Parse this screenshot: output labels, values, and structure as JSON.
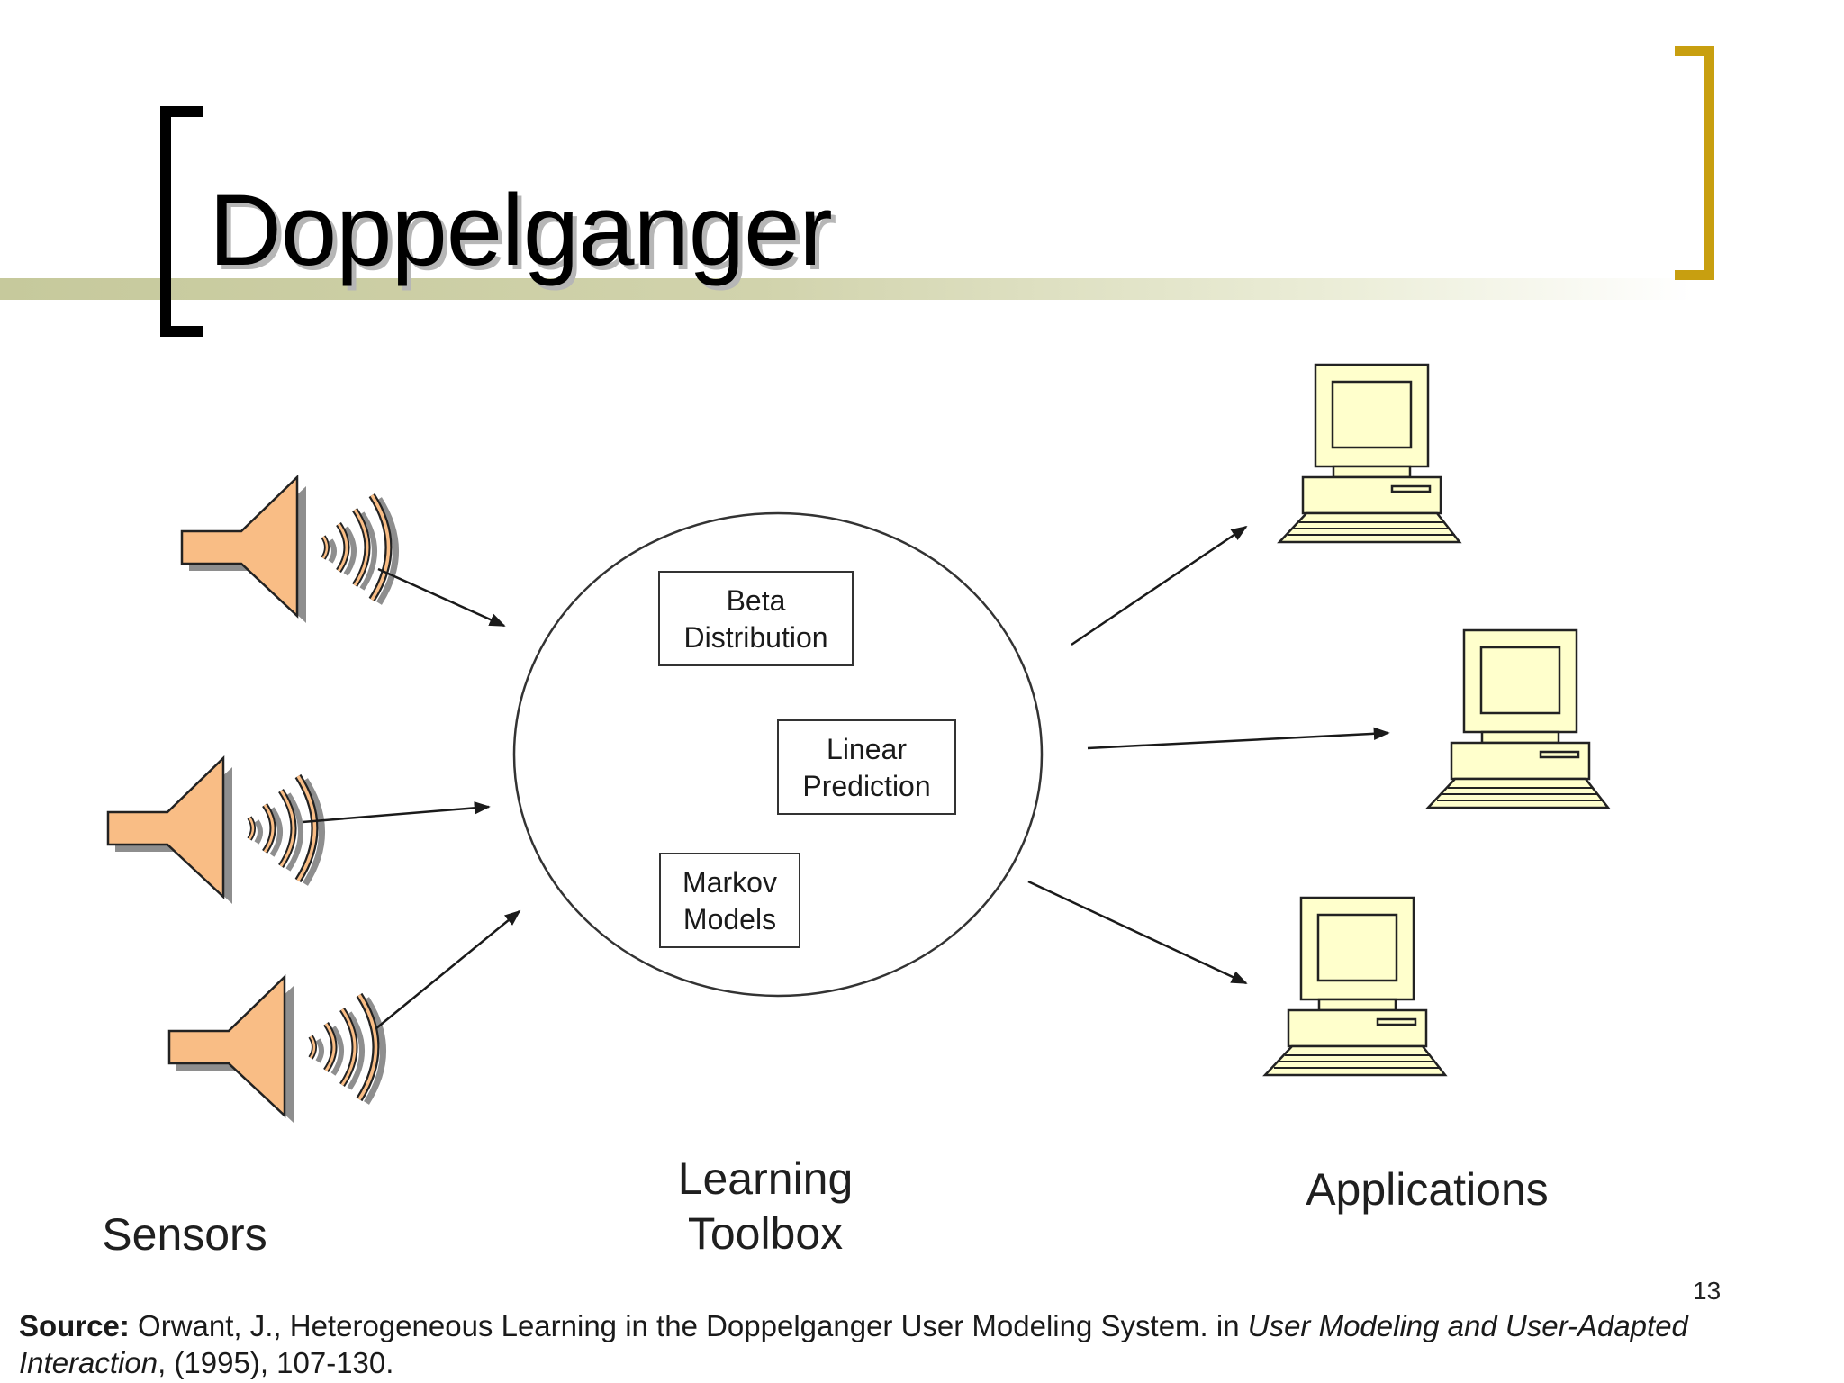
{
  "slide": {
    "title": "Doppelganger",
    "page_number": "13"
  },
  "diagram": {
    "toolbox": {
      "methods": [
        {
          "lines": [
            "Beta",
            "Distribution"
          ]
        },
        {
          "lines": [
            "Linear",
            "Prediction"
          ]
        },
        {
          "lines": [
            "Markov",
            "Models"
          ]
        }
      ]
    },
    "labels": {
      "sensors": [
        "Sensors"
      ],
      "toolbox": [
        "Learning",
        "Toolbox"
      ],
      "applications": [
        "Applications"
      ]
    },
    "icons": {
      "sensor": "speaker-icon",
      "application": "computer-icon"
    },
    "colors": {
      "speaker": "#f9bd85",
      "computer": "#ffffcc",
      "title_bracket": "#c89f10"
    }
  },
  "footer": {
    "source_label": "Source:",
    "source_text_1": " Orwant, J., Heterogeneous Learning in the Doppelganger User Modeling System. in ",
    "source_title": "User Modeling and User-Adapted Interaction",
    "source_text_2": ", (1995), 107-130."
  }
}
